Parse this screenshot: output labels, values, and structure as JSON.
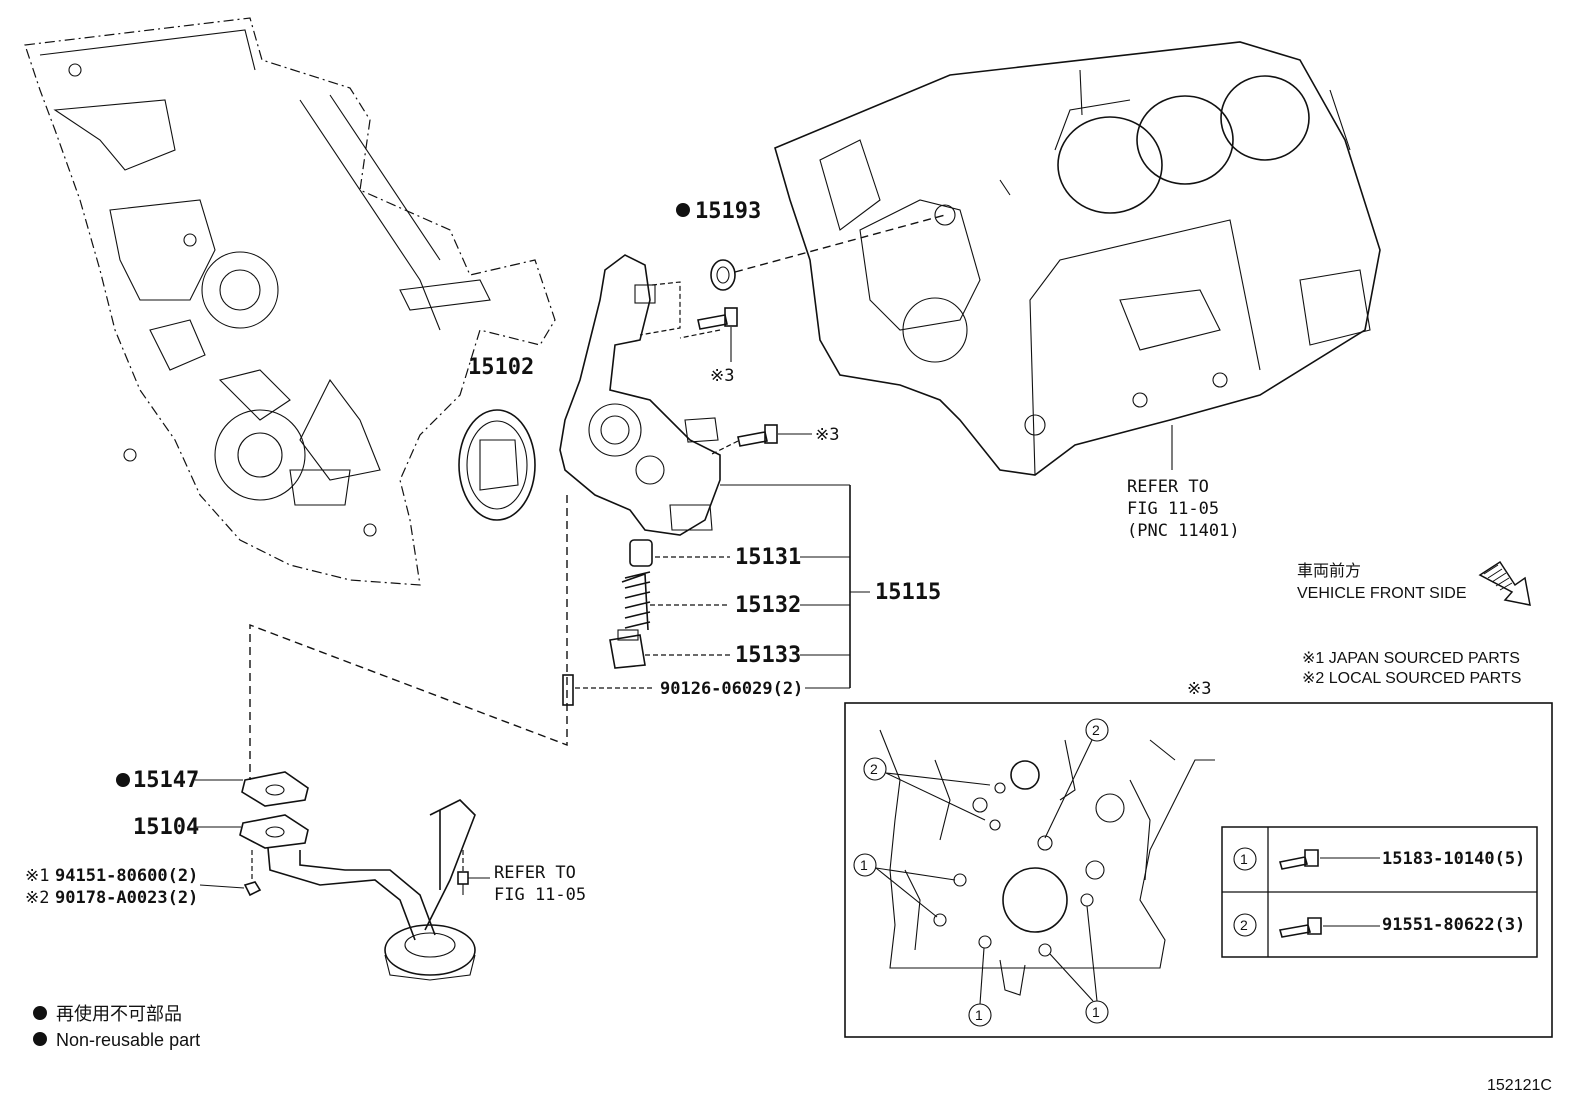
{
  "parts": {
    "p15193": "15193",
    "p15102": "15102",
    "p15131": "15131",
    "p15132": "15132",
    "p15133": "15133",
    "p15115": "15115",
    "p90126": "90126-06029(2)",
    "p15147": "15147",
    "p15104": "15104",
    "p94151": "94151-80600(2)",
    "p90178": "90178-A0023(2)",
    "x3_upper": "※3",
    "x3_right": "※3",
    "x1_mark": "※1",
    "x2_mark": "※2"
  },
  "refs": {
    "block": {
      "line1": "REFER TO",
      "line2": "FIG 11-05",
      "line3": "(PNC 11401)"
    },
    "pan": {
      "line1": "REFER TO",
      "line2": "FIG 11-05"
    }
  },
  "direction": {
    "jp": "車両前方",
    "en": "VEHICLE FRONT SIDE"
  },
  "notes": {
    "n1": "※1 JAPAN SOURCED PARTS",
    "n2": "※2 LOCAL SOURCED PARTS"
  },
  "inset": {
    "title": "※3",
    "callout1": "1",
    "callout2": "2",
    "table": [
      {
        "num": "1",
        "part": "15183-10140(5)"
      },
      {
        "num": "2",
        "part": "91551-80622(3)"
      }
    ]
  },
  "legend": {
    "jp": "再使用不可部品",
    "en": "Non-reusable part"
  },
  "figure_id": "152121C",
  "colors": {
    "ink": "#111111",
    "background": "#ffffff"
  }
}
